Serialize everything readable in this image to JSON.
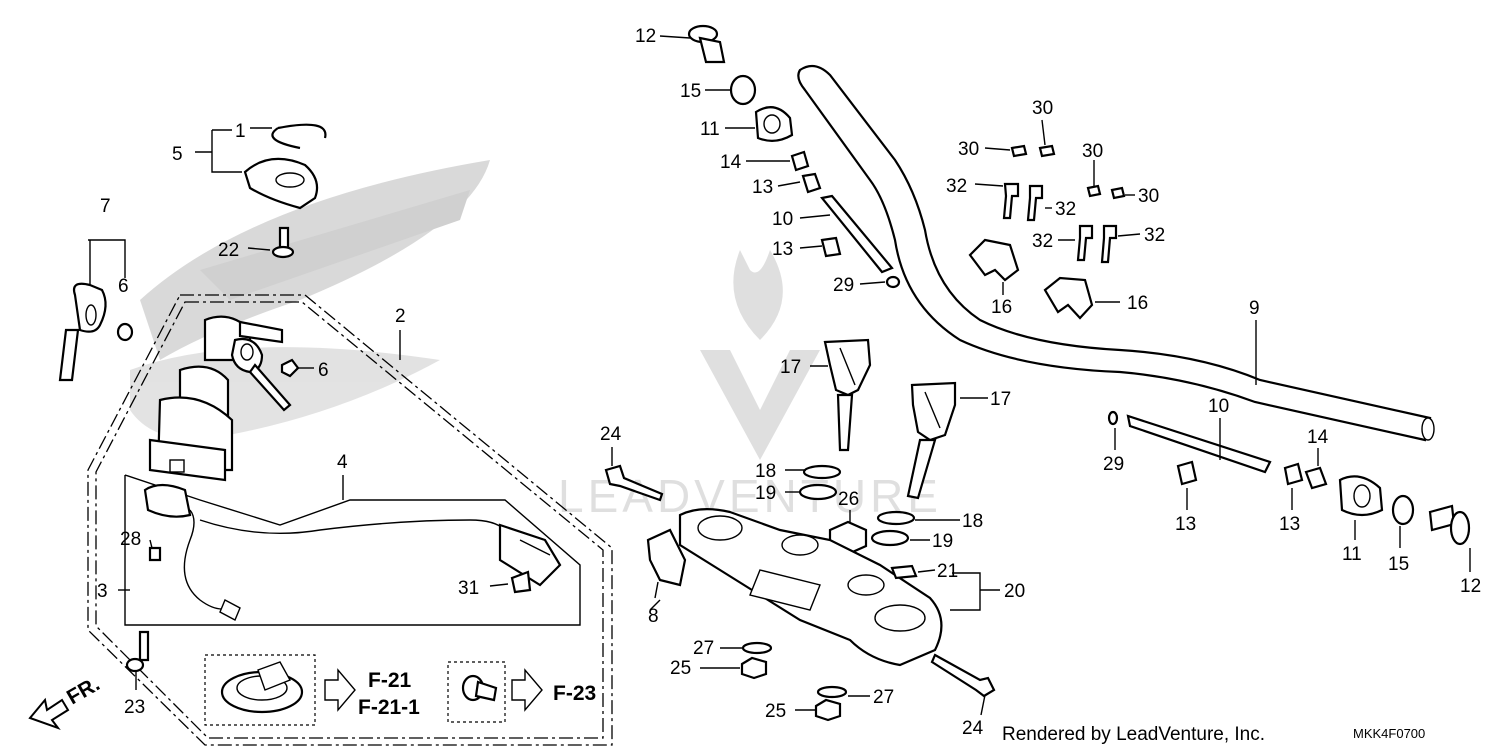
{
  "callouts": {
    "c1": "1",
    "c2": "2",
    "c3": "3",
    "c4": "4",
    "c5": "5",
    "c6a": "6",
    "c6b": "6",
    "c7": "7",
    "c8": "8",
    "c9": "9",
    "c10a": "10",
    "c10b": "10",
    "c11a": "11",
    "c11b": "11",
    "c12a": "12",
    "c12b": "12",
    "c13a": "13",
    "c13b": "13",
    "c13c": "13",
    "c13d": "13",
    "c14a": "14",
    "c14b": "14",
    "c15a": "15",
    "c15b": "15",
    "c16a": "16",
    "c16b": "16",
    "c17a": "17",
    "c17b": "17",
    "c18a": "18",
    "c18b": "18",
    "c19a": "19",
    "c19b": "19",
    "c20": "20",
    "c21": "21",
    "c22": "22",
    "c23": "23",
    "c24a": "24",
    "c24b": "24",
    "c25a": "25",
    "c25b": "25",
    "c26": "26",
    "c27a": "27",
    "c27b": "27",
    "c28": "28",
    "c29a": "29",
    "c29b": "29",
    "c30a": "30",
    "c30b": "30",
    "c30c": "30",
    "c30d": "30",
    "c31": "31",
    "c32a": "32",
    "c32b": "32",
    "c32c": "32",
    "c32d": "32"
  },
  "refs": {
    "fuel_cap_ref_1": "F-21",
    "fuel_cap_ref_2": "F-21-1",
    "lock_ref": "F-23",
    "front_arrow": "FR."
  },
  "footer": {
    "credit": "Rendered by LeadVenture, Inc.",
    "diagram_code": "MKK4F0700"
  },
  "watermark": {
    "brand_text": "LEADVENTURE"
  }
}
